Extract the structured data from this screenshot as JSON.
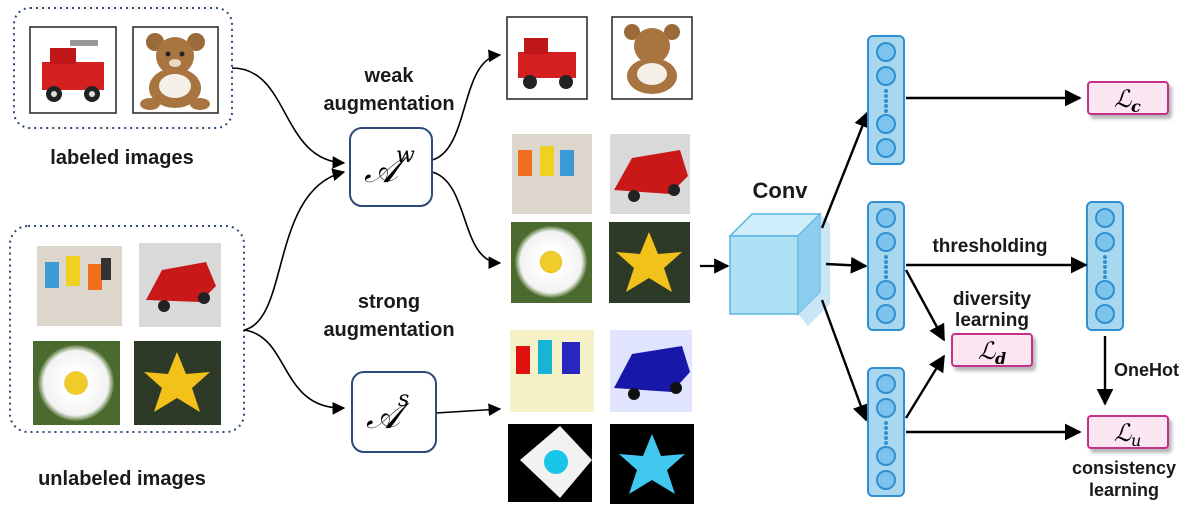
{
  "labels": {
    "labeled_images": "labeled images",
    "unlabeled_images": "unlabeled images",
    "weak_aug_line1": "weak",
    "weak_aug_line2": "augmentation",
    "strong_aug_line1": "strong",
    "strong_aug_line2": "augmentation",
    "conv": "Conv",
    "thresholding": "thresholding",
    "diversity_line1": "diversity",
    "diversity_line2": "learning",
    "onehot": "OneHot",
    "consistency_line1": "consistency",
    "consistency_line2": "learning"
  },
  "operators": {
    "weak": {
      "base": "𝒜",
      "sup": "w"
    },
    "strong": {
      "base": "𝒜",
      "sup": "s"
    }
  },
  "losses": {
    "c": {
      "base": "ℒ",
      "sub": "c"
    },
    "d": {
      "base": "ℒ",
      "sub": "d"
    },
    "u": {
      "base": "ℒ",
      "sub": "u"
    }
  },
  "colors": {
    "column_fill": "#a8d8f0",
    "column_stroke": "#2f8fd0",
    "node_fill": "#7cc4ec",
    "loss_fill": "#fbe6f2",
    "loss_stroke": "#c2308a",
    "box_stroke": "#2e4a7a",
    "dotted_border": "#2e4a7a",
    "cube_front": "#aee0f6",
    "cube_side": "#7cc7ea",
    "cube_top": "#cfeefb"
  }
}
